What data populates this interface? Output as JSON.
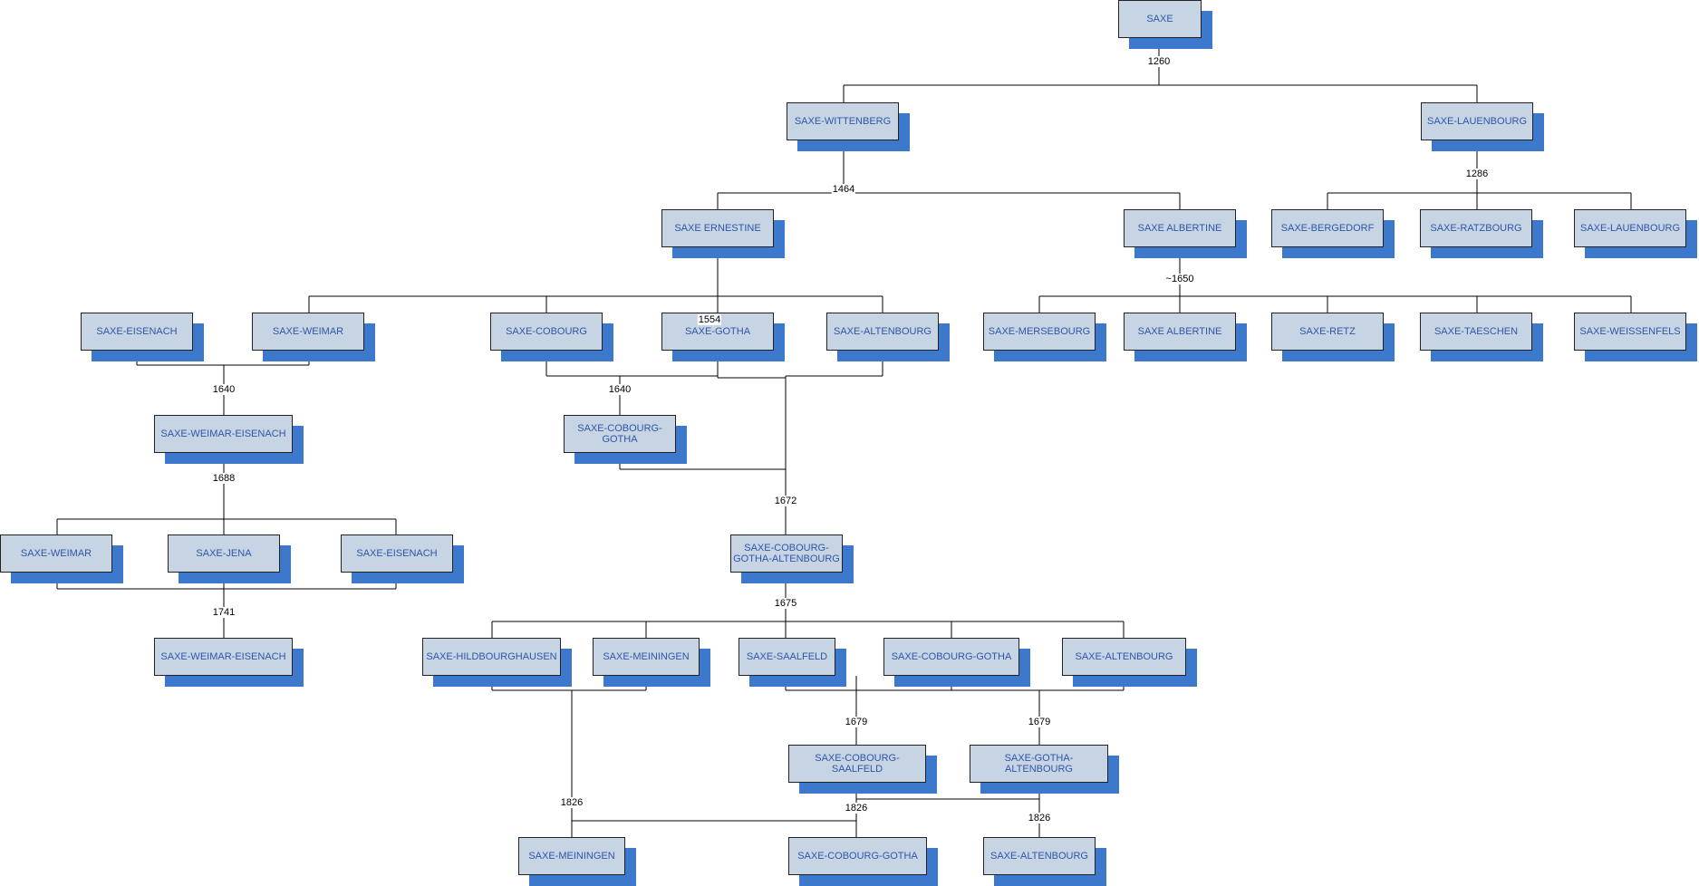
{
  "colors": {
    "box_fill": "#c6d4e4",
    "box_text": "#2f56a8",
    "shadow": "#3c78cc",
    "line": "#000000"
  },
  "nodes": {
    "saxe": "SAXE",
    "saxe_wittenberg": "SAXE-WITTENBERG",
    "saxe_lauenbourg": "SAXE-LAUENBOURG",
    "saxe_ernestine": "SAXE ERNESTINE",
    "saxe_albertine": "SAXE ALBERTINE",
    "saxe_bergedorf": "SAXE-BERGEDORF",
    "saxe_ratzbourg": "SAXE-RATZBOURG",
    "saxe_lauenbourg_2": "SAXE-LAUENBOURG",
    "saxe_eisenach": "SAXE-EISENACH",
    "saxe_weimar": "SAXE-WEIMAR",
    "saxe_cobourg": "SAXE-COBOURG",
    "saxe_gotha": "SAXE-GOTHA",
    "saxe_altenbourg": "SAXE-ALTENBOURG",
    "saxe_mersebourg": "SAXE-MERSEBOURG",
    "saxe_albertine_2": "SAXE ALBERTINE",
    "saxe_retz": "SAXE-RETZ",
    "saxe_taeschen": "SAXE-TAESCHEN",
    "saxe_weissenfels": "SAXE-WEISSENFELS",
    "saxe_weimar_eisenach": "SAXE-WEIMAR-EISENACH",
    "saxe_cobourg_gotha": "SAXE-COBOURG-GOTHA",
    "saxe_weimar_2": "SAXE-WEIMAR",
    "saxe_jena": "SAXE-JENA",
    "saxe_eisenach_2": "SAXE-EISENACH",
    "saxe_cobourg_gotha_altenbourg": "SAXE-COBOURG-GOTHA-ALTENBOURG",
    "saxe_weimar_eisenach_2": "SAXE-WEIMAR-EISENACH",
    "saxe_hildbourghausen": "SAXE-HILDBOURGHAUSEN",
    "saxe_meiningen": "SAXE-MEININGEN",
    "saxe_saalfeld": "SAXE-SAALFELD",
    "saxe_cobourg_gotha_2": "SAXE-COBOURG-GOTHA",
    "saxe_altenbourg_2": "SAXE-ALTENBOURG",
    "saxe_cobourg_saalfeld": "SAXE-COBOURG-SAALFELD",
    "saxe_gotha_altenbourg": "SAXE-GOTHA-ALTENBOURG",
    "saxe_meiningen_2": "SAXE-MEININGEN",
    "saxe_cobourg_gotha_3": "SAXE-COBOURG-GOTHA",
    "saxe_altenbourg_3": "SAXE-ALTENBOURG"
  },
  "years": {
    "y1260": "1260",
    "y1464": "1464",
    "y1286": "1286",
    "y1650": "~1650",
    "y1554": "1554",
    "y1640a": "1640",
    "y1640b": "1640",
    "y1688": "1688",
    "y1672": "1672",
    "y1741": "1741",
    "y1675": "1675",
    "y1679a": "1679",
    "y1679b": "1679",
    "y1826a": "1826",
    "y1826b": "1826",
    "y1826c": "1826"
  }
}
